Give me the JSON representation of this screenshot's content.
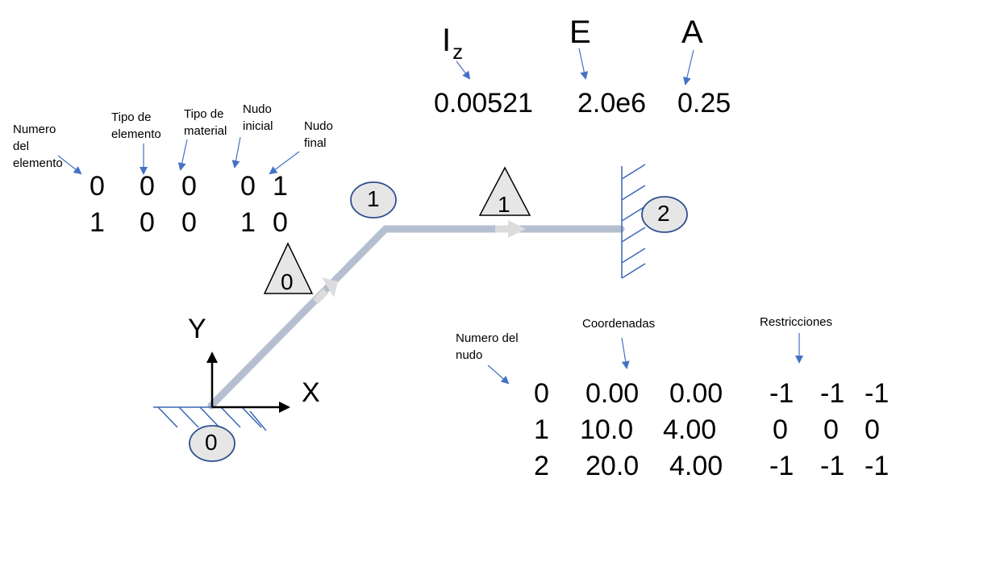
{
  "properties": {
    "iz_main": "I",
    "iz_sub": "z",
    "e_label": "E",
    "a_label": "A",
    "iz_value": "0.00521",
    "e_value": "2.0e6",
    "a_value": "0.25"
  },
  "element_table": {
    "headers": {
      "numero": [
        "Numero",
        "del",
        "elemento"
      ],
      "tipo_elemento": [
        "Tipo de",
        "elemento"
      ],
      "tipo_material": [
        "Tipo de",
        "material"
      ],
      "nudo_inicial": [
        "Nudo",
        "inicial"
      ],
      "nudo_final": [
        "Nudo",
        "final"
      ]
    },
    "rows": [
      [
        "0",
        "0",
        "0",
        "0",
        "1"
      ],
      [
        "1",
        "0",
        "0",
        "1",
        "0"
      ]
    ]
  },
  "node_table": {
    "headers": {
      "numero": [
        "Numero del",
        "nudo"
      ],
      "coordenadas": "Coordenadas",
      "restricciones": "Restricciones"
    },
    "rows": [
      [
        "0",
        "0.00",
        "0.00",
        "-1",
        "-1",
        "-1"
      ],
      [
        "1",
        "10.0",
        "4.00",
        "0",
        "0",
        "0"
      ],
      [
        "2",
        "20.0",
        "4.00",
        "-1",
        "-1",
        "-1"
      ]
    ]
  },
  "structure": {
    "node_labels": [
      "0",
      "1",
      "2"
    ],
    "element_labels": [
      "0",
      "1"
    ],
    "axis_x": "X",
    "axis_y": "Y"
  },
  "colors": {
    "member": "#b4c0d0",
    "arrow_blue": "#4472c4",
    "node_fill": "#e6e6e6",
    "node_stroke": "#2f4f8f",
    "hatch": "#3b67b5",
    "direction_arrow": "#dcdcdc"
  }
}
